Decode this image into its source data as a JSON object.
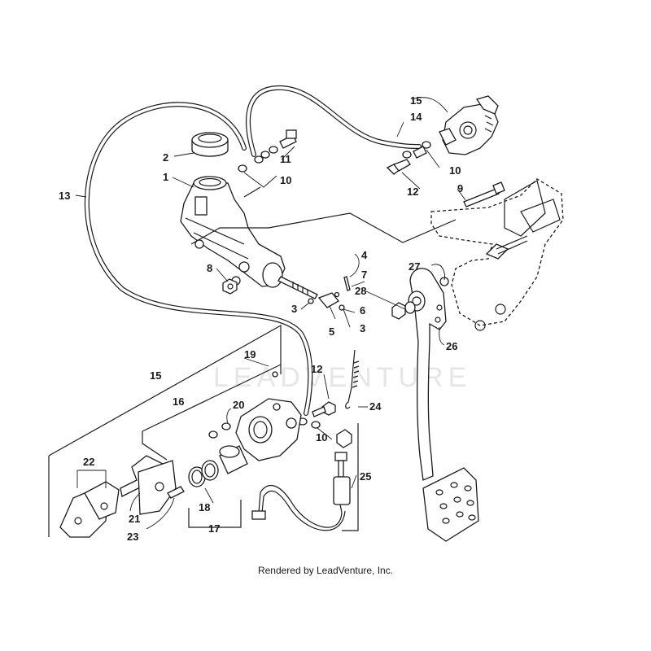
{
  "watermark": "LEADVENTURE",
  "credit": "Rendered by LeadVenture, Inc.",
  "callouts": {
    "c1": "1",
    "c2": "2",
    "c3a": "3",
    "c3b": "3",
    "c4": "4",
    "c5": "5",
    "c6": "6",
    "c7": "7",
    "c8": "8",
    "c9": "9",
    "c10a": "10",
    "c10b": "10",
    "c10c": "10",
    "c11": "11",
    "c12a": "12",
    "c12b": "12",
    "c13": "13",
    "c14": "14",
    "c15a": "15",
    "c15b": "15",
    "c16": "16",
    "c17": "17",
    "c18": "18",
    "c19": "19",
    "c20": "20",
    "c21": "21",
    "c22": "22",
    "c23": "23",
    "c24": "24",
    "c25": "25",
    "c26": "26",
    "c27": "27",
    "c28": "28"
  }
}
